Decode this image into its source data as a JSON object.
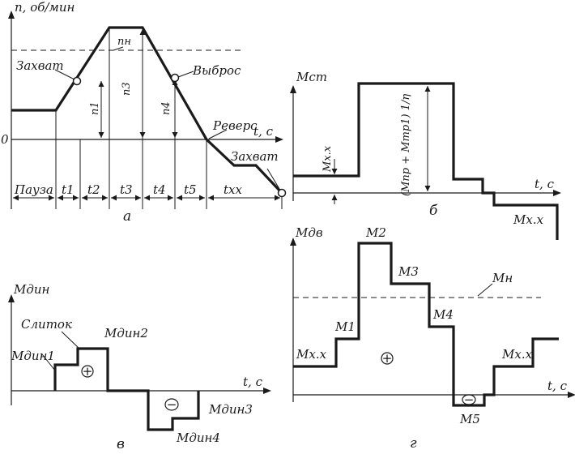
{
  "panel_a": {
    "y_axis_label": "n, об/мин",
    "x_axis_label": "t, с",
    "zero_label": "0",
    "rated_speed_label": "nн",
    "speed_labels": [
      "n1",
      "n3",
      "n4"
    ],
    "annotations": {
      "capture": "Захват",
      "throw": "Выброс",
      "reverse": "Реверс",
      "capture2": "Захват"
    },
    "intervals": [
      "Пауза",
      "t1",
      "t2",
      "t3",
      "t4",
      "t5",
      "tхх"
    ],
    "caption": "а"
  },
  "panel_b": {
    "y_axis_label": "Mст",
    "x_axis_label": "t, с",
    "idle_label": "Mх.х",
    "idle_label_bottom": "Mх.х",
    "formula": "(Mпр + Mтр1) 1/η",
    "caption": "б"
  },
  "panel_v": {
    "y_axis_label": "Mдин",
    "x_axis_label": "t, с",
    "ingot_label": "Слиток",
    "labels": [
      "Mдин1",
      "Mдин2",
      "Mдин3",
      "Mдин4"
    ],
    "plus_sign": "+",
    "minus_sign": "−",
    "caption": "в"
  },
  "panel_g": {
    "y_axis_label": "Mдв",
    "x_axis_label": "t, с",
    "rated_label": "Mн",
    "labels": [
      "Mх.х",
      "M1",
      "M2",
      "M3",
      "M4",
      "M5",
      "Mх.х"
    ],
    "plus_sign": "+",
    "minus_sign": "−",
    "caption": "г"
  }
}
